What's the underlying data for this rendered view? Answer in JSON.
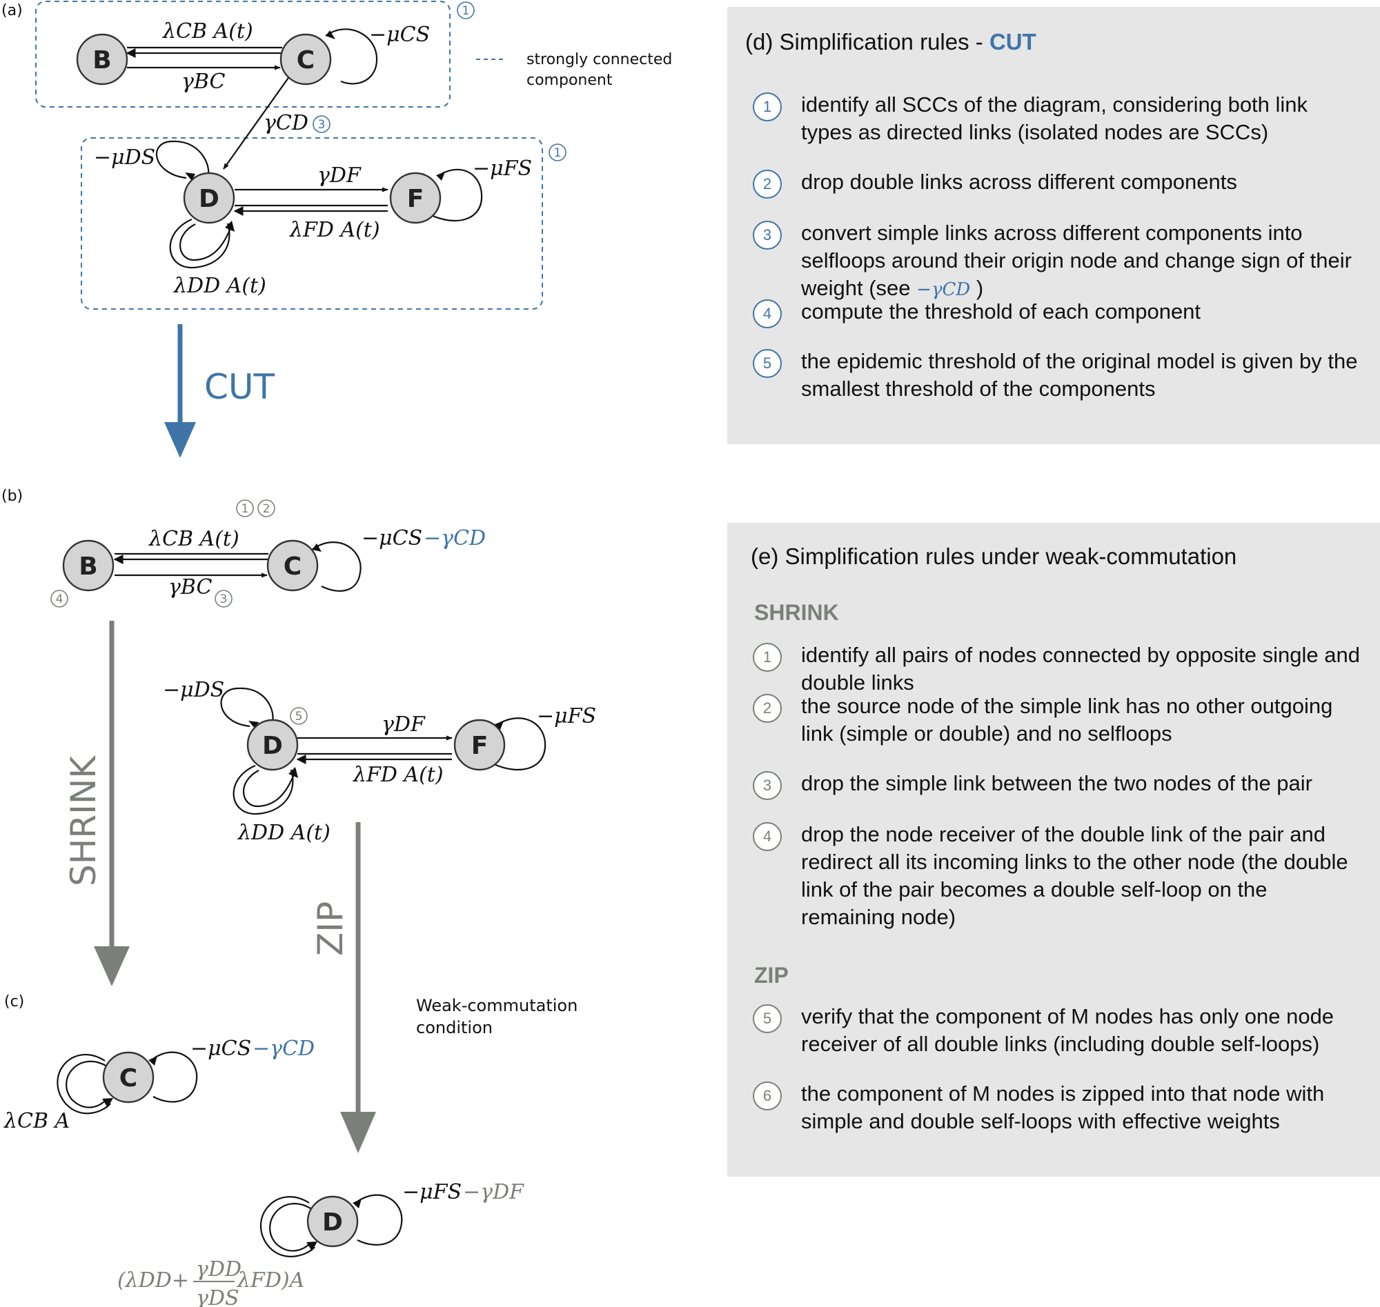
{
  "colors": {
    "accent_blue": "#3f74a8",
    "accent_gray": "#7a8079",
    "panel_bg": "#e6e6e6",
    "node_fill": "#d4d4d4"
  },
  "panel_tags": {
    "a": "(a)",
    "b": "(b)",
    "c": "(c)"
  },
  "legend": {
    "line1": "strongly connected",
    "line2": "component"
  },
  "nodes": {
    "B": "B",
    "C": "C",
    "D": "D",
    "F": "F"
  },
  "labels": {
    "a": {
      "lambda_CB": "λCB A(t)",
      "gamma_BC": "γBC",
      "mu_CS": "−μCS",
      "gamma_CD": "γCD",
      "mu_DS": "−μDS",
      "gamma_DF": "γDF",
      "mu_FS": "−μFS",
      "lambda_FD": "λFD A(t)",
      "lambda_DD": "λDD A(t)"
    },
    "b": {
      "lambda_CB": "λCB A(t)",
      "gamma_BC": "γBC",
      "mu_CS": "−μCS",
      "minus_gamma_CD": "−γCD",
      "mu_DS": "−μDS",
      "gamma_DF": "γDF",
      "mu_FS": "−μFS",
      "lambda_FD": "λFD A(t)",
      "lambda_DD": "λDD A(t)"
    },
    "c": {
      "mu_CS": "−μCS",
      "minus_gamma_CD": "−γCD",
      "lambda_CB": "λCB A",
      "mu_FS": "−μFS",
      "minus_gamma_DF": "−γDF",
      "eff_open": "(λDD+",
      "eff_num": "γDD",
      "eff_den": "γDS",
      "eff_close": "λFD)A"
    }
  },
  "steps": {
    "cut": "CUT",
    "shrink": "SHRINK",
    "zip": "ZIP"
  },
  "weak_note": {
    "line1": "Weak-commutation",
    "line2": "condition"
  },
  "badges": {
    "a_ab": "1",
    "a_def": "1",
    "a_cd": "3",
    "b_1": "1",
    "b_2": "2",
    "b_3": "3",
    "b_4": "4",
    "b_5": "5"
  },
  "panel_d": {
    "title_prefix": "(d)  Simplification rules - ",
    "title_accent": "CUT",
    "rules": [
      {
        "num": "1",
        "text": "identify all SCCs of the diagram, considering both link types as directed links (isolated nodes are SCCs)"
      },
      {
        "num": "2",
        "text": "drop double links across different components"
      },
      {
        "num": "3",
        "text": "convert simple links across different components into selfloops around their origin node and change sign of their weight (see",
        "math": "−γCD",
        "close": ")"
      },
      {
        "num": "4",
        "text": "compute the threshold of each component"
      },
      {
        "num": "5",
        "text": "the epidemic threshold of the original model is given by the smallest threshold of the components"
      }
    ]
  },
  "panel_e": {
    "title": "(e)  Simplification rules under weak-commutation",
    "shrink_heading": "SHRINK",
    "zip_heading": "ZIP",
    "shrink_rules": [
      {
        "num": "1",
        "text": "identify all pairs of nodes connected by opposite single and double links"
      },
      {
        "num": "2",
        "text": "the source node of the simple link has no other outgoing link (simple or double) and no selfloops"
      },
      {
        "num": "3",
        "text": "drop the simple link between the two nodes of the pair"
      },
      {
        "num": "4",
        "text": "drop the node receiver of the double link of the pair and redirect all its incoming links to the other node (the double link of the pair becomes a double self-loop on the remaining node)"
      }
    ],
    "zip_rules": [
      {
        "num": "5",
        "text": "verify that the component of M nodes has only one node receiver of all double links (including double self-loops)"
      },
      {
        "num": "6",
        "text": "the component of M nodes is zipped into that node with simple and double self-loops with effective weights"
      }
    ]
  }
}
